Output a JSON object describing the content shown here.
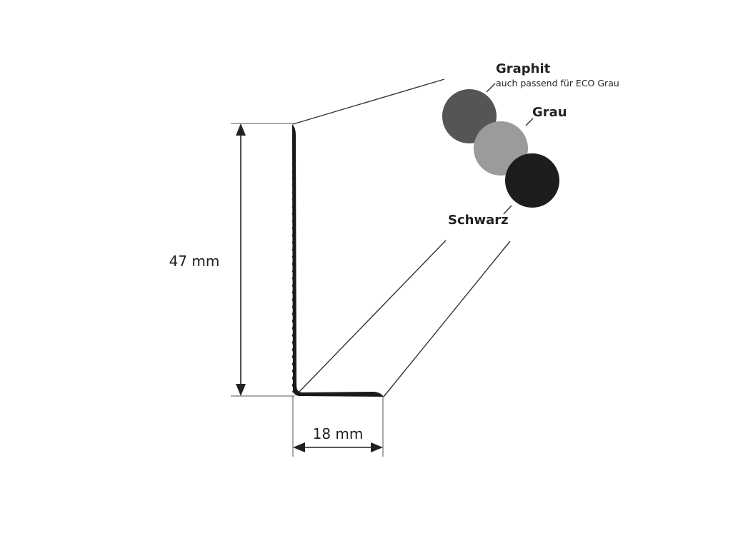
{
  "dimensions": {
    "height_label": "47 mm",
    "width_label": "18 mm"
  },
  "colors": [
    {
      "name": "Graphit",
      "note": "auch passend für ECO Grau",
      "hex": "#555555"
    },
    {
      "name": "Grau",
      "note": "",
      "hex": "#9b9b9b"
    },
    {
      "name": "Schwarz",
      "note": "",
      "hex": "#1d1d1d"
    }
  ],
  "line_color": "#222222"
}
